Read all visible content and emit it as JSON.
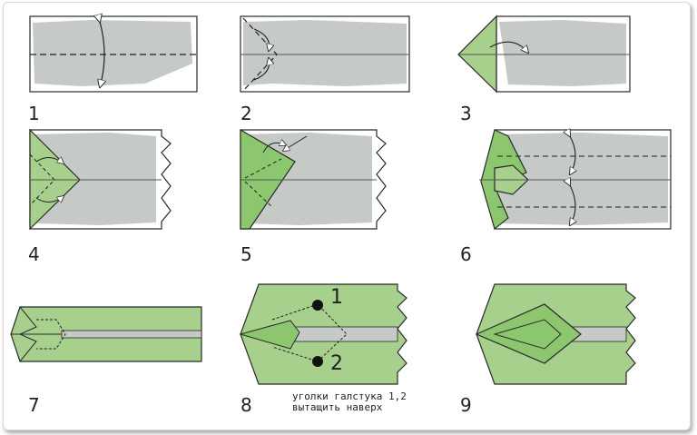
{
  "steps": [
    {
      "label": "1"
    },
    {
      "label": "2"
    },
    {
      "label": "3"
    },
    {
      "label": "4"
    },
    {
      "label": "5"
    },
    {
      "label": "6"
    },
    {
      "label": "7"
    },
    {
      "label": "8"
    },
    {
      "label": "9"
    }
  ],
  "callouts": {
    "corner_1": "1",
    "corner_2": "2"
  },
  "note": "уголки галстука 1,2 вытащить наверх",
  "colors": {
    "paper_gray": "#c6cac7",
    "paper_green": "#a6d08c",
    "fold_green": "#8cc66e",
    "outline": "#2a2a2a",
    "background": "#ffffff"
  },
  "icons": [
    "fold-arrow-icon",
    "valley-fold-line-icon",
    "tear-edge-icon",
    "dot-marker-icon"
  ]
}
